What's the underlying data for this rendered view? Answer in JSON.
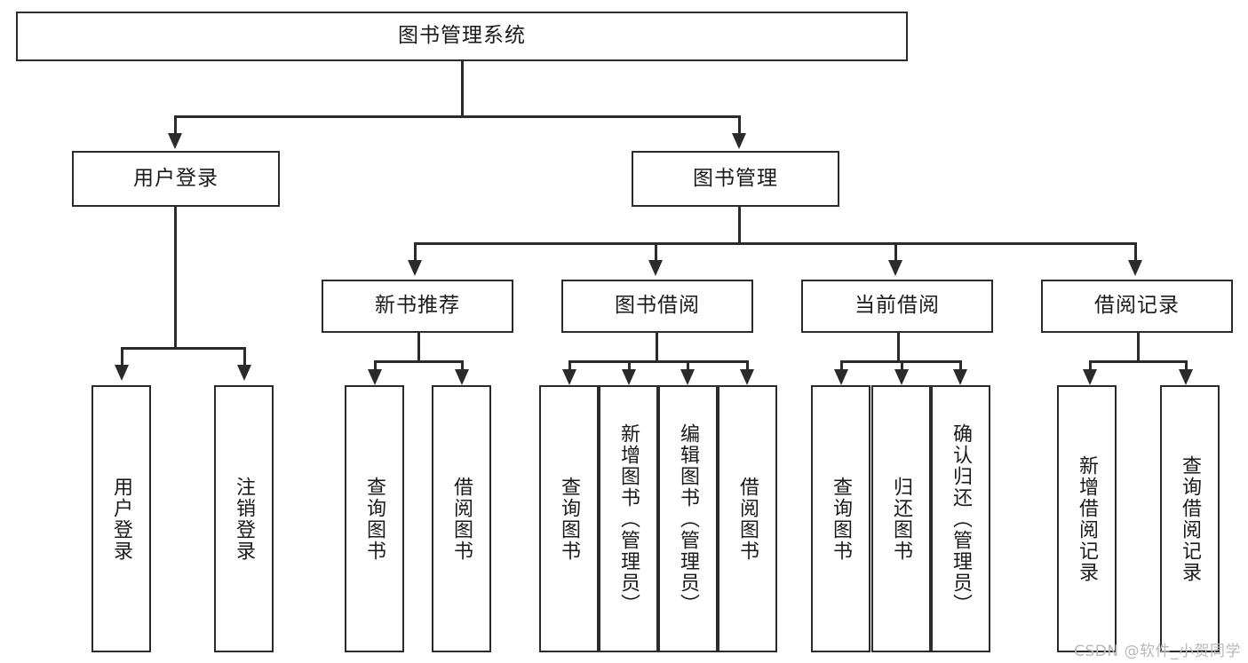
{
  "diagram": {
    "title": "图书管理系统",
    "type": "tree",
    "root": {
      "label": "图书管理系统"
    },
    "level2": [
      {
        "label": "用户登录"
      },
      {
        "label": "图书管理"
      }
    ],
    "level3": [
      {
        "label": "新书推荐"
      },
      {
        "label": "图书借阅"
      },
      {
        "label": "当前借阅"
      },
      {
        "label": "借阅记录"
      }
    ],
    "leaves_user_login": [
      {
        "label": "用户登录"
      },
      {
        "label": "注销登录"
      }
    ],
    "leaves_new_book": [
      {
        "label": "查询图书"
      },
      {
        "label": "借阅图书"
      }
    ],
    "leaves_borrow": [
      {
        "label": "查询图书"
      },
      {
        "label": "新增图书（管理员）"
      },
      {
        "label": "编辑图书（管理员）"
      },
      {
        "label": "借阅图书"
      }
    ],
    "leaves_current": [
      {
        "label": "查询图书"
      },
      {
        "label": "归还图书"
      },
      {
        "label": "确认归还（管理员）"
      }
    ],
    "leaves_record": [
      {
        "label": "新增借阅记录"
      },
      {
        "label": "查询借阅记录"
      }
    ]
  },
  "watermark": {
    "text": "CSDN @软件_小贺同学"
  },
  "colors": {
    "stroke": "#2b2b2b",
    "fill": "#ffffff",
    "text": "#1a1a1a",
    "watermark": "#b9b9b9"
  }
}
